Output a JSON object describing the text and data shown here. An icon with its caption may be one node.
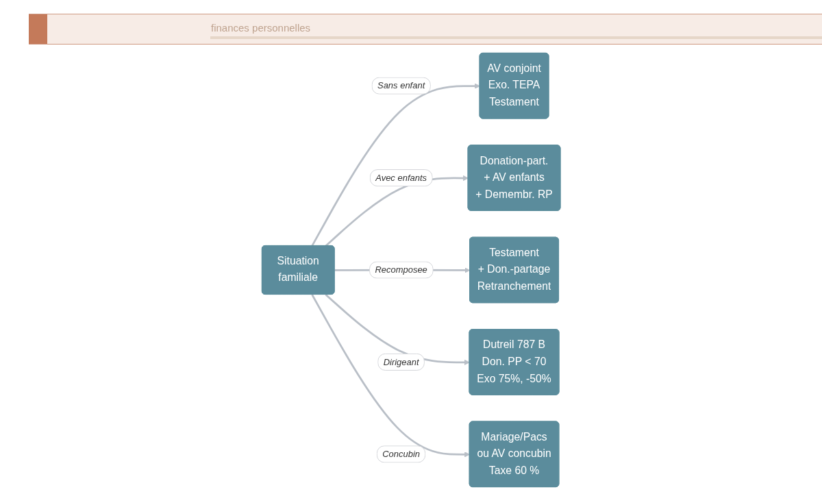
{
  "diagram": {
    "nodes": [
      {
        "text": [
          "Situation familiale"
        ]
      },
      {
        "text": [
          "AV conjoint",
          "Exo. TEPA",
          "Testament"
        ]
      },
      {
        "text": [
          "Donation-part.",
          "+ AV enfants",
          "+ Demembr. RP"
        ]
      },
      {
        "text": [
          "Testament",
          "+ Don.-partage",
          "Retranchement"
        ]
      },
      {
        "text": [
          "Dutreil 787 B",
          "Don. PP < 70",
          "Exo 75%, -50%"
        ]
      },
      {
        "text": [
          "Mariage/Pacs",
          "ou AV concubin",
          "Taxe 60 %"
        ]
      }
    ],
    "edges": [
      {
        "from": 0,
        "to": 1,
        "arrow": "to",
        "label": "Sans enfant"
      },
      {
        "from": 0,
        "to": 2,
        "arrow": "to",
        "label": "Avec enfants"
      },
      {
        "from": 0,
        "to": 3,
        "arrow": "to",
        "label": "Recomposee"
      },
      {
        "from": 0,
        "to": 4,
        "arrow": "to",
        "label": "Dirigeant"
      },
      {
        "from": 0,
        "to": 5,
        "arrow": "to",
        "label": "Concubin"
      }
    ],
    "labels": [
      "finances personnelles"
    ]
  }
}
